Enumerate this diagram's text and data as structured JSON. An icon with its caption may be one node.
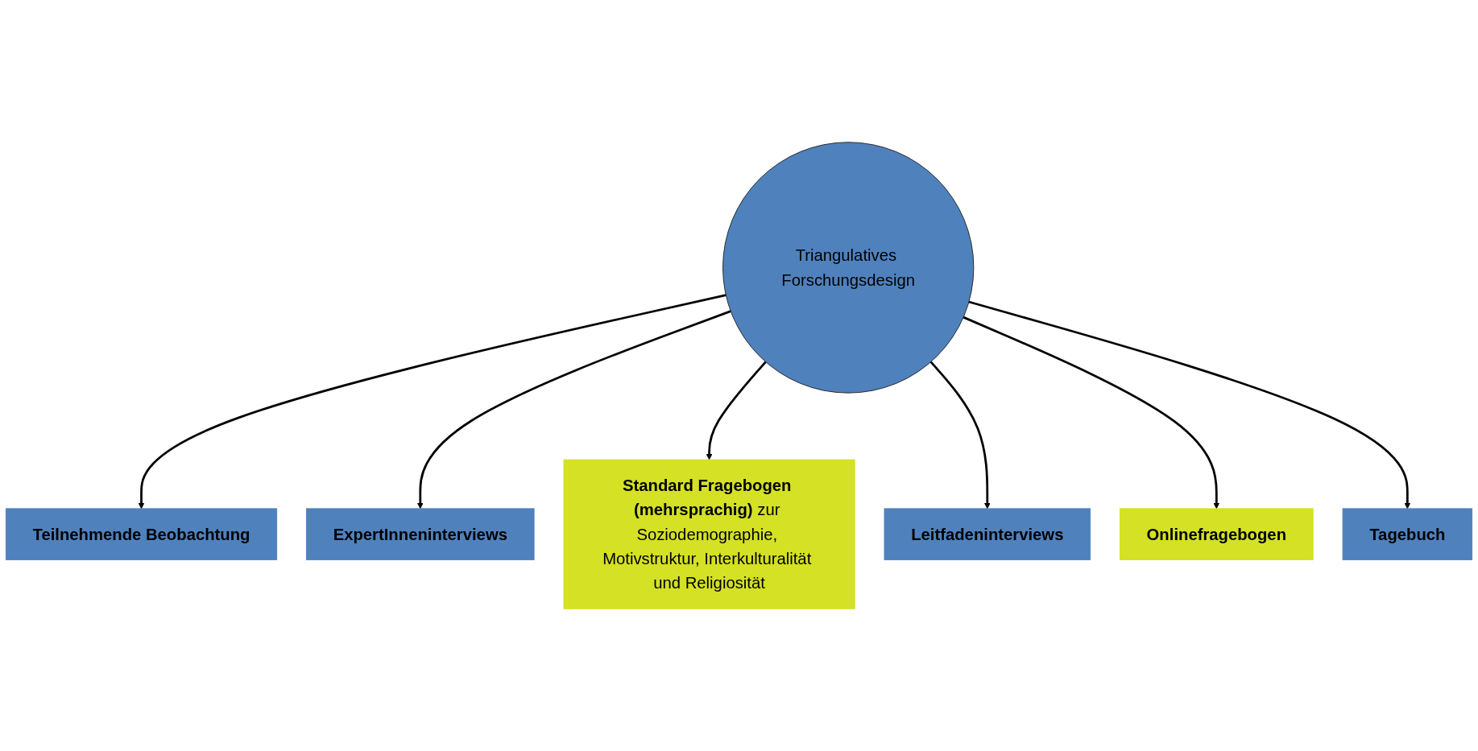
{
  "diagram": {
    "nodes": [
      {
        "text": [
          "Triangulatives Forschungsdesign"
        ]
      },
      {
        "text": [
          "Teilnehmende Beobachtung"
        ]
      },
      {
        "text": [
          "ExpertInneninterviews"
        ]
      },
      {
        "text": [
          "**Standard Fragebogen (mehrsprachig)** zur Soziodemographie, Motivstruktur, Interkulturalität und Religiosität"
        ]
      },
      {
        "text": [
          "Leitfadeninterviews"
        ]
      },
      {
        "text": [
          "Onlinefragebogen"
        ]
      },
      {
        "text": [
          "Tagebuch"
        ]
      }
    ],
    "edges": [
      {
        "from": 0,
        "to": 1,
        "arrow": "to"
      },
      {
        "from": 0,
        "to": 2,
        "arrow": "to"
      },
      {
        "from": 0,
        "to": 3,
        "arrow": "to"
      },
      {
        "from": 0,
        "to": 4,
        "arrow": "to"
      },
      {
        "from": 0,
        "to": 5,
        "arrow": "to"
      },
      {
        "from": 0,
        "to": 6,
        "arrow": "to"
      }
    ]
  }
}
